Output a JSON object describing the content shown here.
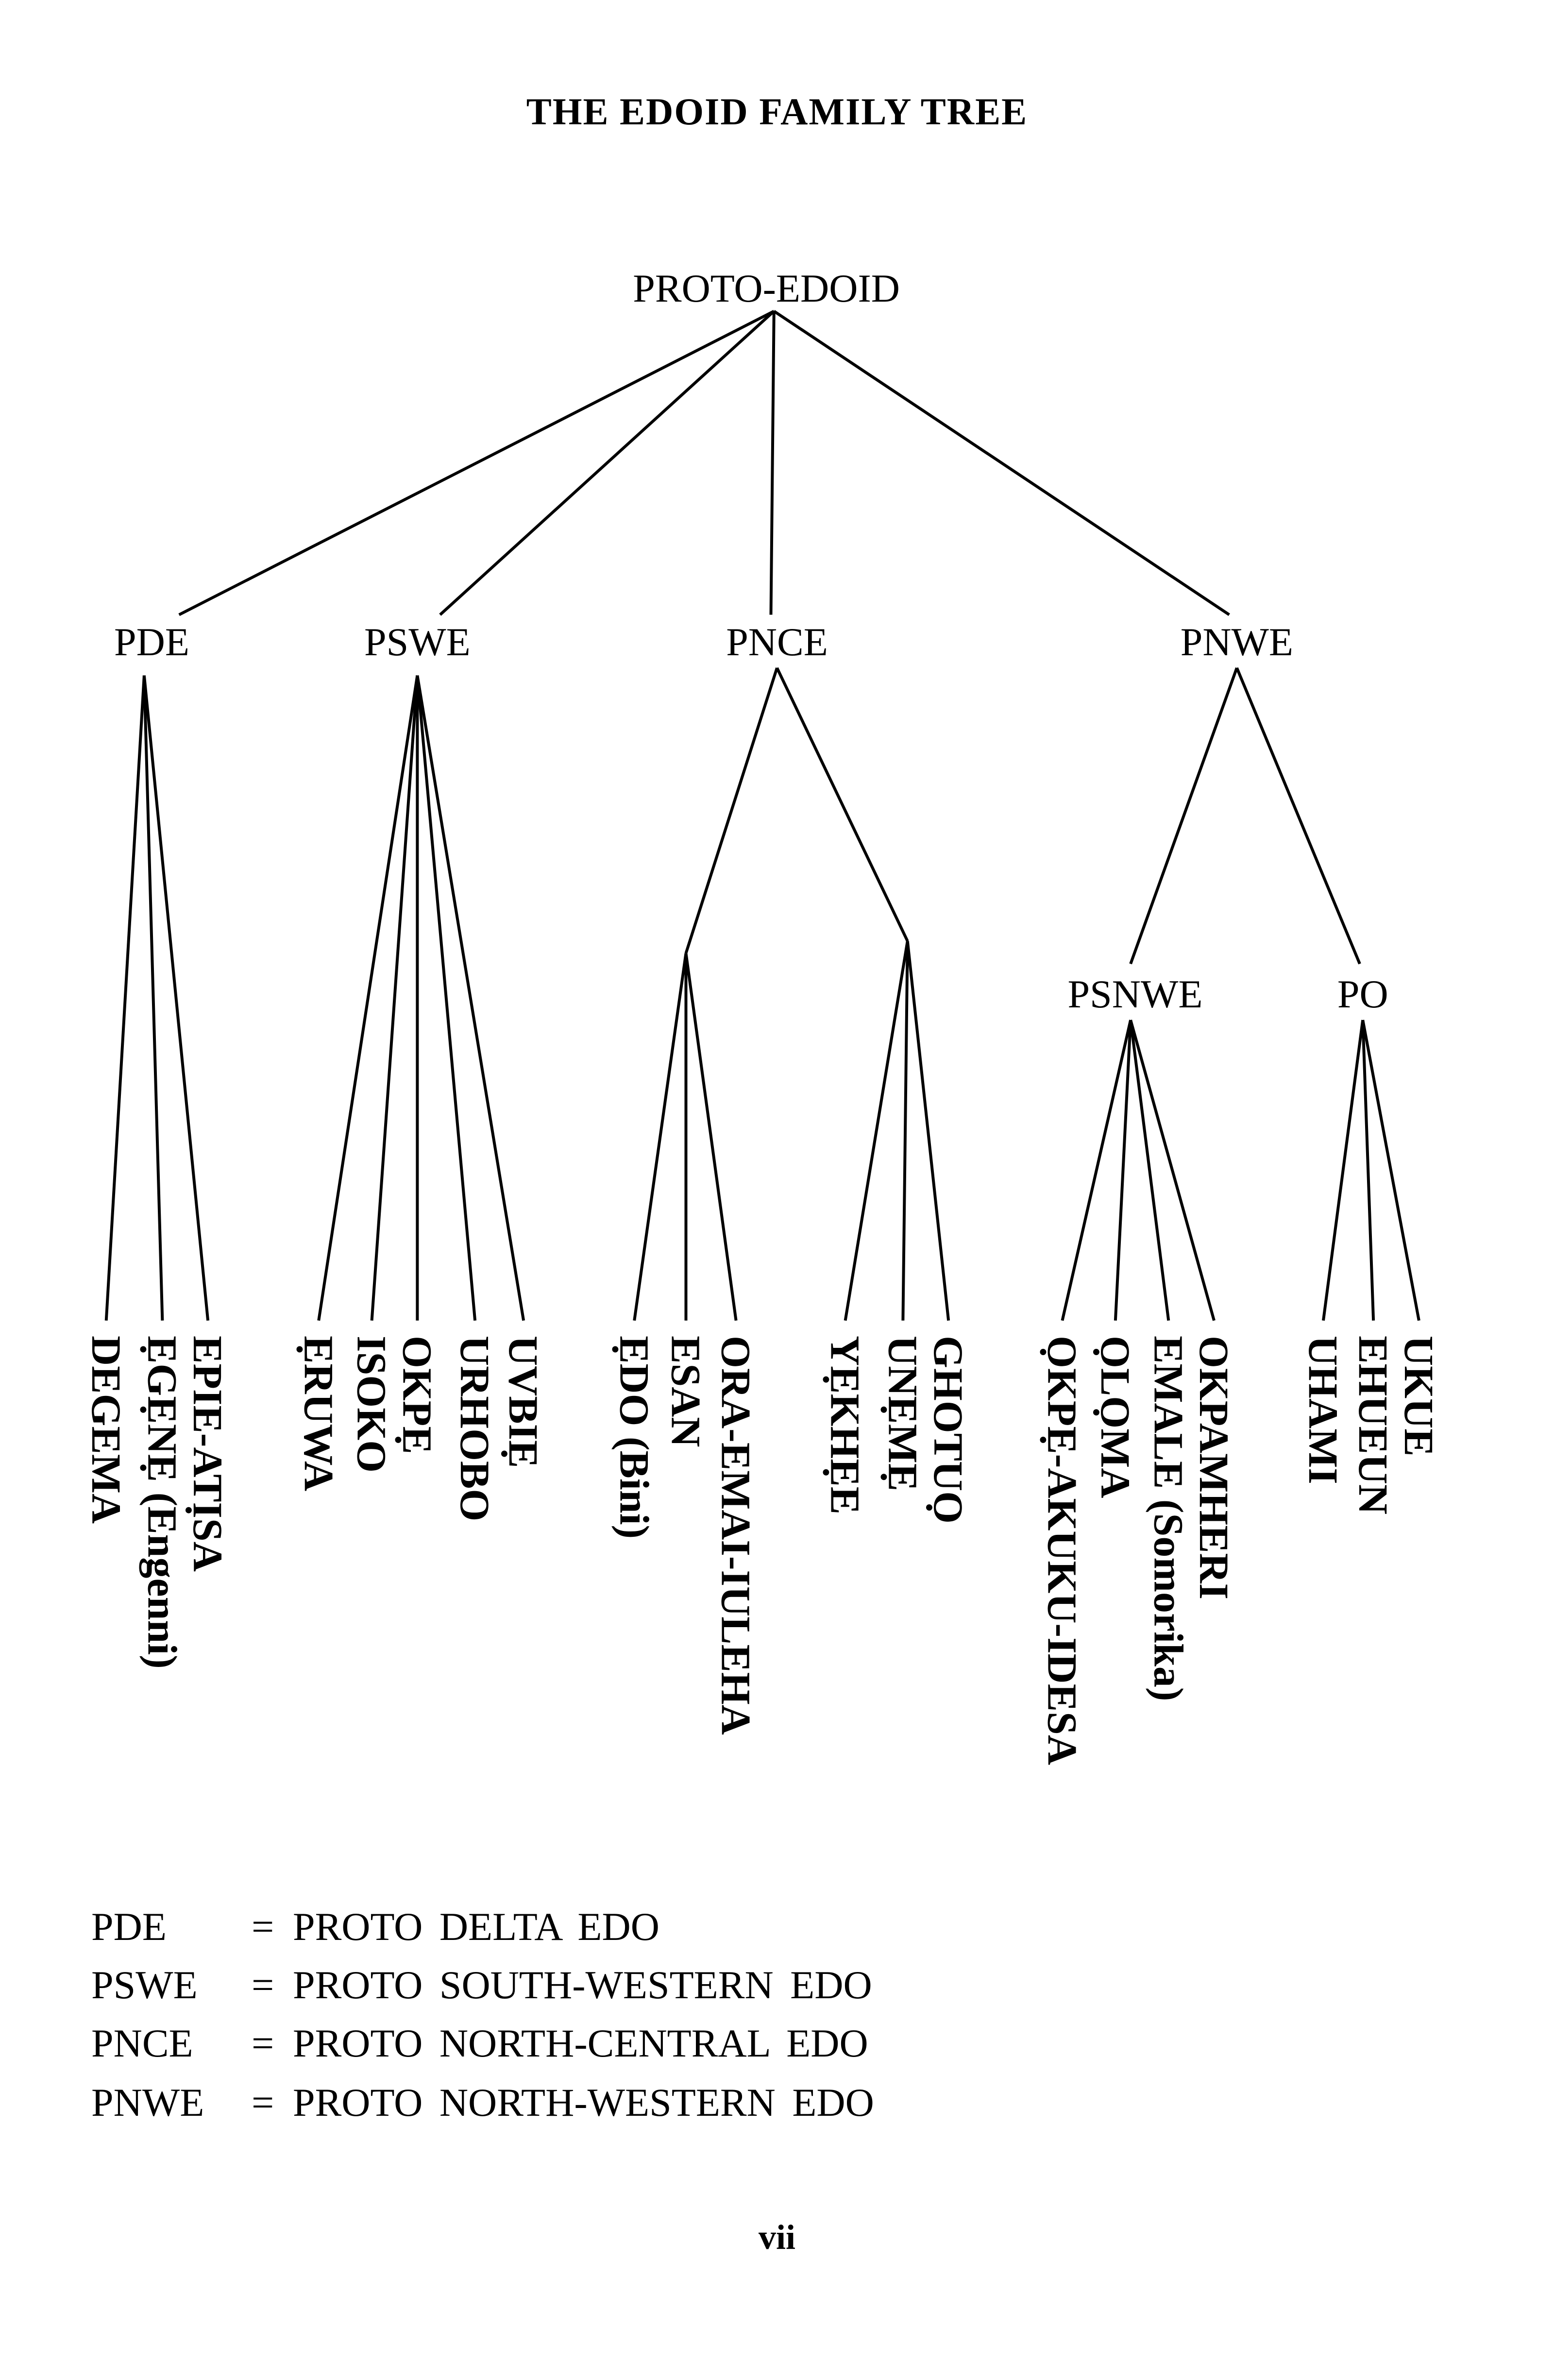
{
  "title": "THE EDOID FAMILY TREE",
  "tree": {
    "id": "root",
    "label": "PROTO-EDOID",
    "children": [
      {
        "id": "pde",
        "label": "PDE",
        "children": [
          {
            "id": "l1",
            "label": "DEGEMA"
          },
          {
            "id": "l2",
            "label": "ẸGẸNẸ (Engenni)"
          },
          {
            "id": "l3",
            "label": "EPIE-ATỊSA"
          }
        ]
      },
      {
        "id": "pswe",
        "label": "PSWE",
        "children": [
          {
            "id": "l4",
            "label": "ẸRUWA"
          },
          {
            "id": "l5",
            "label": "ISOKO"
          },
          {
            "id": "l6",
            "label": "OKPẸ"
          },
          {
            "id": "l7",
            "label": "URHOBO"
          },
          {
            "id": "l8",
            "label": "UVBIẸ"
          }
        ]
      },
      {
        "id": "pnce",
        "label": "PNCE",
        "children": [
          {
            "id": "pnce_a",
            "label": "",
            "children": [
              {
                "id": "l9",
                "label": "ẸDO (Bini)"
              },
              {
                "id": "l10",
                "label": "ESAN"
              },
              {
                "id": "l11",
                "label": "ORA-EMAI-IULEHA"
              }
            ]
          },
          {
            "id": "pnce_b",
            "label": "",
            "children": [
              {
                "id": "l12",
                "label": "YẸKHẸE"
              },
              {
                "id": "l13",
                "label": "UNẸMẸ"
              },
              {
                "id": "l14",
                "label": "GHOTUỌ"
              }
            ]
          }
        ]
      },
      {
        "id": "pnwe",
        "label": "PNWE",
        "children": [
          {
            "id": "psnwe",
            "label": "PSNWE",
            "children": [
              {
                "id": "l15",
                "label": "ỌKPẸ-AKUKU-IDESA"
              },
              {
                "id": "l16",
                "label": "ỌLỌMA"
              },
              {
                "id": "l17",
                "label": "EMALE (Somorika)"
              },
              {
                "id": "l18",
                "label": "OKPAMHERI"
              }
            ]
          },
          {
            "id": "po",
            "label": "PO",
            "children": [
              {
                "id": "l19",
                "label": "UHAMI"
              },
              {
                "id": "l20",
                "label": "EHUEUN"
              },
              {
                "id": "l21",
                "label": "UKUE"
              }
            ]
          }
        ]
      }
    ]
  },
  "legend": [
    {
      "abbr": "PDE",
      "eq": "=",
      "full": "PROTO DELTA EDO"
    },
    {
      "abbr": "PSWE",
      "eq": "=",
      "full": "PROTO SOUTH-WESTERN EDO"
    },
    {
      "abbr": "PNCE",
      "eq": "=",
      "full": "PROTO NORTH-CENTRAL EDO"
    },
    {
      "abbr": "PNWE",
      "eq": "=",
      "full": "PROTO NORTH-WESTERN EDO"
    }
  ],
  "page_number": "vii"
}
